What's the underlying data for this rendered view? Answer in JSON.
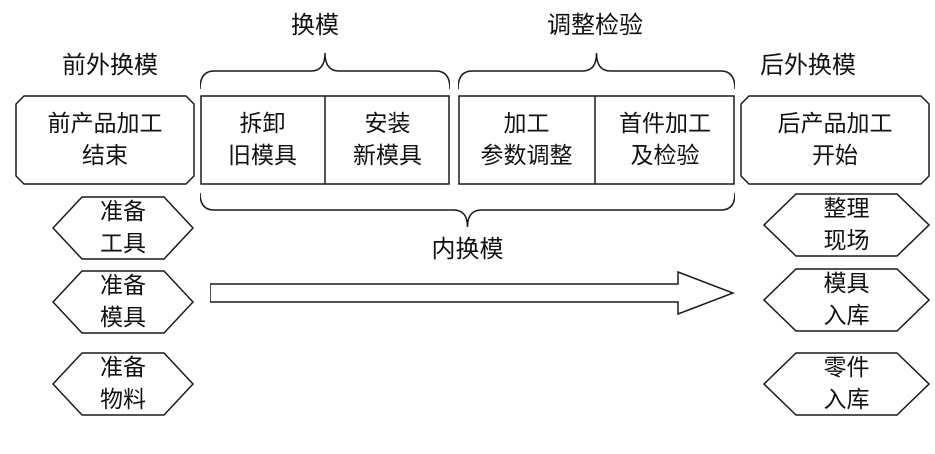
{
  "labels": {
    "pre_external": "前外换模",
    "die_change": "换模",
    "adjust_inspect": "调整检验",
    "post_external": "后外换模",
    "internal": "内换模"
  },
  "boxes": {
    "pre_product": {
      "line1": "前产品加工",
      "line2": "结束"
    },
    "remove_old": {
      "line1": "拆卸",
      "line2": "旧模具"
    },
    "install_new": {
      "line1": "安装",
      "line2": "新模具"
    },
    "param_adjust": {
      "line1": "加工",
      "line2": "参数调整"
    },
    "first_piece": {
      "line1": "首件加工",
      "line2": "及检验"
    },
    "post_product": {
      "line1": "后产品加工",
      "line2": "开始"
    }
  },
  "left_hexagons": [
    {
      "line1": "准备",
      "line2": "工具"
    },
    {
      "line1": "准备",
      "line2": "模具"
    },
    {
      "line1": "准备",
      "line2": "物料"
    }
  ],
  "right_hexagons": [
    {
      "line1": "整理",
      "line2": "现场"
    },
    {
      "line1": "模具",
      "line2": "入库"
    },
    {
      "line1": "零件",
      "line2": "入库"
    }
  ],
  "colors": {
    "line": "#1a1a1a",
    "background": "#ffffff"
  }
}
